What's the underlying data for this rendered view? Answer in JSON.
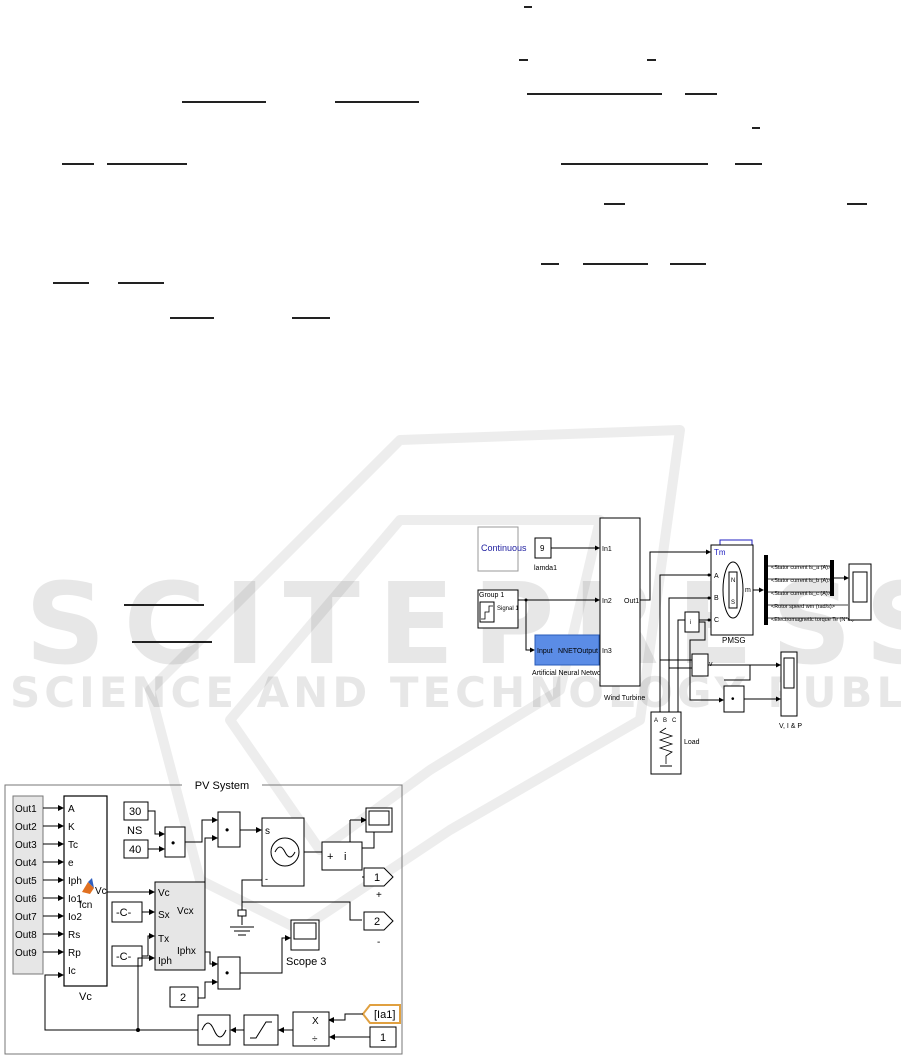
{
  "watermark": {
    "main": "SCITEPRESS",
    "sub": "SCIENCE AND TECHNOLOGY PUBLICATIONS"
  },
  "pv_system": {
    "title": "PV System",
    "out_ports": [
      "Out1",
      "Out2",
      "Out3",
      "Out4",
      "Out5",
      "Out6",
      "Out7",
      "Out8",
      "Out9"
    ],
    "fcn_inputs": [
      "A",
      "K",
      "Tc",
      "e",
      "Iph",
      "Io1",
      "Io2",
      "Rs",
      "Rp",
      "Ic"
    ],
    "fcn_output": "Vc",
    "fcn_name": "fcn",
    "fcn_label": "Vc",
    "const_30": "30",
    "const_40": "40",
    "ns_label": "NS",
    "sub_inputs": [
      "Vc",
      "Sx",
      "Tx",
      "Iph"
    ],
    "sub_outputs": [
      "Vcx",
      "Iphx"
    ],
    "const_c1": "-C-",
    "const_c2": "-C-",
    "const_2": "2",
    "const_1": "1",
    "product": "•",
    "scope3": "Scope 3",
    "port1": "1",
    "port2": "2",
    "plus_sign": "+",
    "minus_sign": "-",
    "sum_plus": "+",
    "current_i": "i",
    "source_s": "s",
    "goto_tag": "[Ia1]",
    "div_x": "X",
    "div_op": "÷"
  },
  "wind_system": {
    "continuous": "Continuous",
    "const_9": "9",
    "lamda_label": "lamda1",
    "group1": "Group 1",
    "signal1": "Signal 1",
    "nnet_in": "Input",
    "nnet_out": "NNETOutput",
    "nnet_label": "Artificial Neural Network",
    "turbine_in1": "In1",
    "turbine_in2": "In2",
    "turbine_in3": "In3",
    "turbine_out": "Out1",
    "turbine_label": "Wind Turbine",
    "pmsg_tm": "Tm",
    "pmsg_m": "m",
    "pmsg_a": "A",
    "pmsg_b": "B",
    "pmsg_c": "C",
    "pmsg_n": "N",
    "pmsg_s": "S",
    "pmsg_label": "PMSG",
    "bus_signals": [
      "<Stator current is_a (A)>",
      "<Stator current is_b (A)>",
      "<Stator current is_c (A)>",
      "<Rotor speed wm (rad/s)>",
      "<Electromagnetic torque Te (N*m)>"
    ],
    "load_abc": [
      "A",
      "B",
      "C"
    ],
    "load_label": "Load",
    "vip_label": "V, I & P",
    "meas_v": "v",
    "meas_i": "i",
    "prod": "•"
  }
}
